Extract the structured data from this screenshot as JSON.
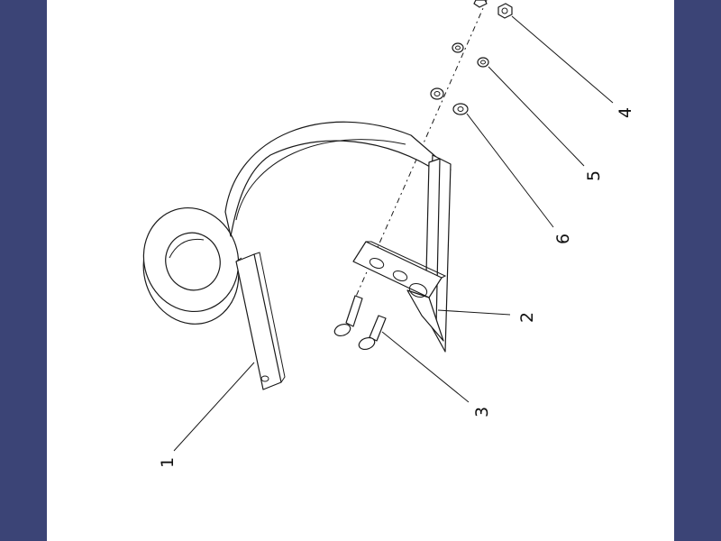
{
  "colors": {
    "frame": "#3b4476",
    "sheet": "#ffffff",
    "ink": "#1a1a1a"
  },
  "callouts": {
    "c1": "1",
    "c2": "2",
    "c3": "3",
    "c4": "4",
    "c5": "5",
    "c6": "6"
  }
}
